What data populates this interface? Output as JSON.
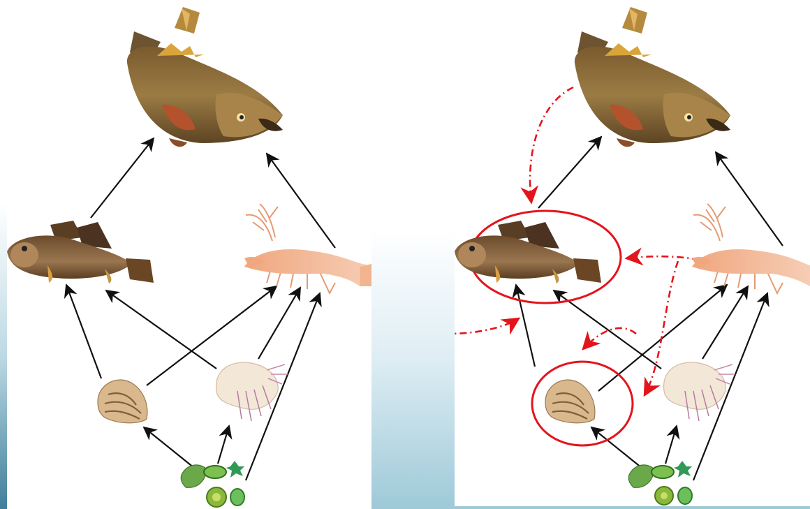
{
  "figure": {
    "panels": [
      {
        "id": "panel-left",
        "variant": "food-web-baseline"
      },
      {
        "id": "panel-right",
        "variant": "food-web-with-invasive-interactions"
      }
    ],
    "organisms": [
      {
        "key": "trout",
        "icon": "trout-icon"
      },
      {
        "key": "goby",
        "icon": "goby-fish-icon"
      },
      {
        "key": "crayfish",
        "icon": "crayfish-icon"
      },
      {
        "key": "mussel",
        "icon": "mussel-icon"
      },
      {
        "key": "amphipod",
        "icon": "amphipod-icon"
      },
      {
        "key": "algae",
        "icon": "algae-icon"
      }
    ],
    "colors": {
      "background_panel": "#ffffff",
      "page_gradient_bottom": "#9ec9d8",
      "arrow_black": "#111111",
      "highlight_red": "#e4141b",
      "trout_body": "#8a6a3a",
      "goby_body": "#8f6c45",
      "crayfish_body": "#f2b48e",
      "mussel_body": "#d9b88d",
      "amphipod_body": "#f1e4d4",
      "algae_green": "#5aa83a"
    }
  }
}
